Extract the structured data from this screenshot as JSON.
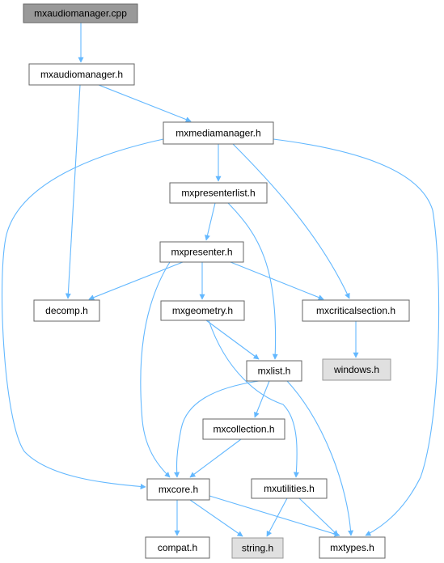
{
  "colors": {
    "edge": "#63b8ff",
    "node_fill": "#ffffff",
    "node_border": "#666666",
    "root_fill": "#999999",
    "root_border": "#666666",
    "external_fill": "#e0e0e0",
    "external_border": "#999999"
  },
  "nodes": [
    {
      "id": "mxaudiomanager_cpp",
      "label": "mxaudiomanager.cpp",
      "kind": "root"
    },
    {
      "id": "mxaudiomanager_h",
      "label": "mxaudiomanager.h",
      "kind": "normal"
    },
    {
      "id": "mxmediamanager_h",
      "label": "mxmediamanager.h",
      "kind": "normal"
    },
    {
      "id": "mxpresenterlist_h",
      "label": "mxpresenterlist.h",
      "kind": "normal"
    },
    {
      "id": "mxpresenter_h",
      "label": "mxpresenter.h",
      "kind": "normal"
    },
    {
      "id": "decomp_h",
      "label": "decomp.h",
      "kind": "normal"
    },
    {
      "id": "mxgeometry_h",
      "label": "mxgeometry.h",
      "kind": "normal"
    },
    {
      "id": "mxcriticalsection_h",
      "label": "mxcriticalsection.h",
      "kind": "normal"
    },
    {
      "id": "windows_h",
      "label": "windows.h",
      "kind": "external"
    },
    {
      "id": "mxlist_h",
      "label": "mxlist.h",
      "kind": "normal"
    },
    {
      "id": "mxcollection_h",
      "label": "mxcollection.h",
      "kind": "normal"
    },
    {
      "id": "mxcore_h",
      "label": "mxcore.h",
      "kind": "normal"
    },
    {
      "id": "mxutilities_h",
      "label": "mxutilities.h",
      "kind": "normal"
    },
    {
      "id": "compat_h",
      "label": "compat.h",
      "kind": "normal"
    },
    {
      "id": "string_h",
      "label": "string.h",
      "kind": "external"
    },
    {
      "id": "mxtypes_h",
      "label": "mxtypes.h",
      "kind": "normal"
    }
  ],
  "edges": [
    {
      "from": "mxaudiomanager_cpp",
      "to": "mxaudiomanager_h"
    },
    {
      "from": "mxaudiomanager_h",
      "to": "decomp_h"
    },
    {
      "from": "mxaudiomanager_h",
      "to": "mxmediamanager_h"
    },
    {
      "from": "mxmediamanager_h",
      "to": "mxcore_h"
    },
    {
      "from": "mxmediamanager_h",
      "to": "mxpresenterlist_h"
    },
    {
      "from": "mxmediamanager_h",
      "to": "mxcriticalsection_h"
    },
    {
      "from": "mxmediamanager_h",
      "to": "mxtypes_h"
    },
    {
      "from": "mxpresenterlist_h",
      "to": "mxpresenter_h"
    },
    {
      "from": "mxpresenterlist_h",
      "to": "mxlist_h"
    },
    {
      "from": "mxpresenter_h",
      "to": "decomp_h"
    },
    {
      "from": "mxpresenter_h",
      "to": "mxcore_h"
    },
    {
      "from": "mxpresenter_h",
      "to": "mxgeometry_h"
    },
    {
      "from": "mxpresenter_h",
      "to": "mxcriticalsection_h"
    },
    {
      "from": "mxcriticalsection_h",
      "to": "windows_h"
    },
    {
      "from": "mxgeometry_h",
      "to": "mxlist_h"
    },
    {
      "from": "mxgeometry_h",
      "to": "mxutilities_h"
    },
    {
      "from": "mxlist_h",
      "to": "mxcore_h"
    },
    {
      "from": "mxlist_h",
      "to": "mxcollection_h"
    },
    {
      "from": "mxlist_h",
      "to": "mxtypes_h"
    },
    {
      "from": "mxcollection_h",
      "to": "mxcore_h"
    },
    {
      "from": "mxcore_h",
      "to": "compat_h"
    },
    {
      "from": "mxcore_h",
      "to": "string_h"
    },
    {
      "from": "mxcore_h",
      "to": "mxtypes_h"
    },
    {
      "from": "mxutilities_h",
      "to": "string_h"
    },
    {
      "from": "mxutilities_h",
      "to": "mxtypes_h"
    }
  ]
}
